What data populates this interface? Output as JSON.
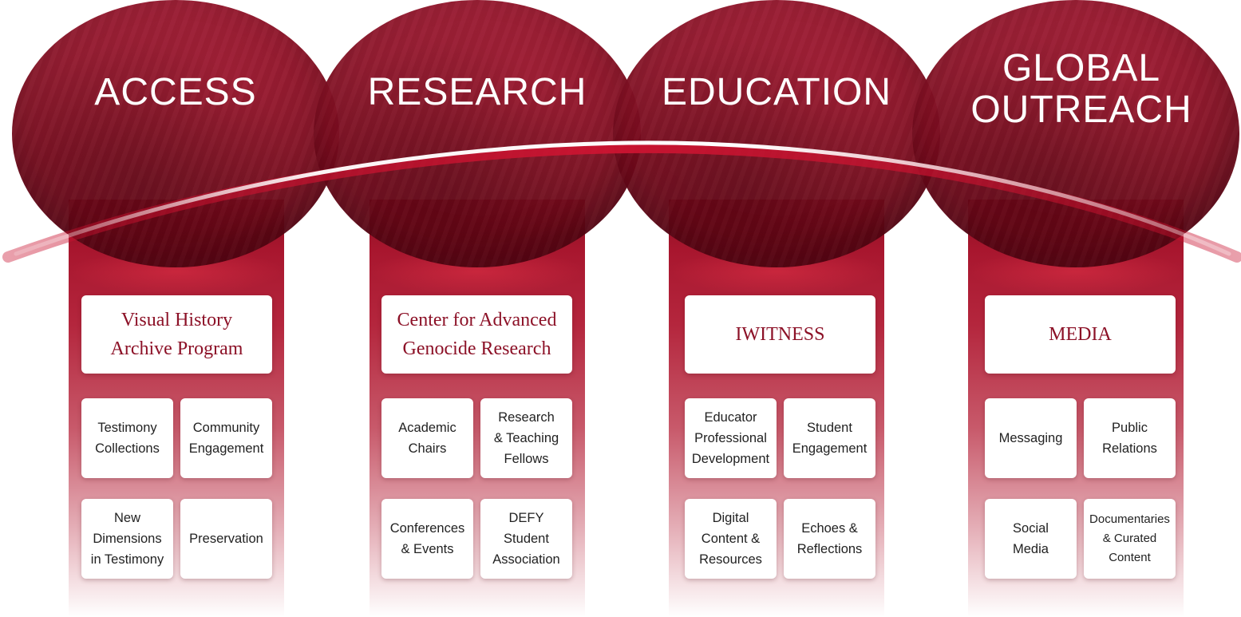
{
  "pillars": [
    {
      "title": "ACCESS",
      "program": "Visual History\nArchive  Program",
      "items": [
        "Testimony\nCollections",
        "Community\nEngagement",
        "New\nDimensions\nin Testimony",
        "Preservation"
      ]
    },
    {
      "title": "RESEARCH",
      "program": "Center for Advanced\nGenocide Research",
      "items": [
        "Academic\nChairs",
        "Research\n& Teaching\nFellows",
        "Conferences\n& Events",
        "DEFY\nStudent\nAssociation"
      ]
    },
    {
      "title": "EDUCATION",
      "program": "IWITNESS",
      "items": [
        "Educator\nProfessional\nDevelopment",
        "Student\nEngagement",
        "Digital\nContent &\nResources",
        "Echoes &\nReflections"
      ]
    },
    {
      "title": "GLOBAL\nOUTREACH",
      "program": "MEDIA",
      "items": [
        "Messaging",
        "Public\nRelations",
        "Social\nMedia",
        "Documentaries\n& Curated\nContent"
      ]
    }
  ],
  "colors": {
    "brand": "#8c1127",
    "dark": "#5e0614",
    "card": "#ffffff"
  }
}
